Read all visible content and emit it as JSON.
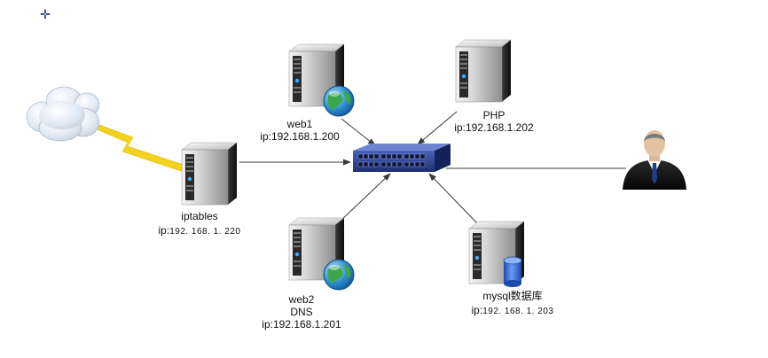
{
  "diagram": {
    "nodes": {
      "web1": {
        "name": "web1",
        "ip": "ip:192.168.1.200",
        "icon": "server-globe-icon"
      },
      "php": {
        "name": "PHP",
        "ip": "ip:192.168.1.202",
        "icon": "server-icon"
      },
      "iptables": {
        "name": "iptables",
        "ip_prefix": "ip:",
        "ip_value": "192. 168. 1. 220",
        "icon": "server-icon"
      },
      "web2": {
        "name": "web2",
        "sub": "DNS",
        "ip": "ip:192.168.1.201",
        "icon": "server-globe-icon"
      },
      "mysql": {
        "name": "mysql数据库",
        "ip_prefix": "ip:",
        "ip_value": "192. 168. 1. 203",
        "icon": "server-database-icon"
      },
      "switch": {
        "icon": "network-switch-icon"
      },
      "cloud": {
        "icon": "cloud-icon"
      },
      "user": {
        "icon": "user-icon"
      }
    },
    "colors": {
      "line": "#3a3a3a",
      "lightning": "#f2d21b",
      "switch": "#2a3f8f",
      "globe": "#2f8fd1",
      "database": "#3b6fd6"
    }
  }
}
